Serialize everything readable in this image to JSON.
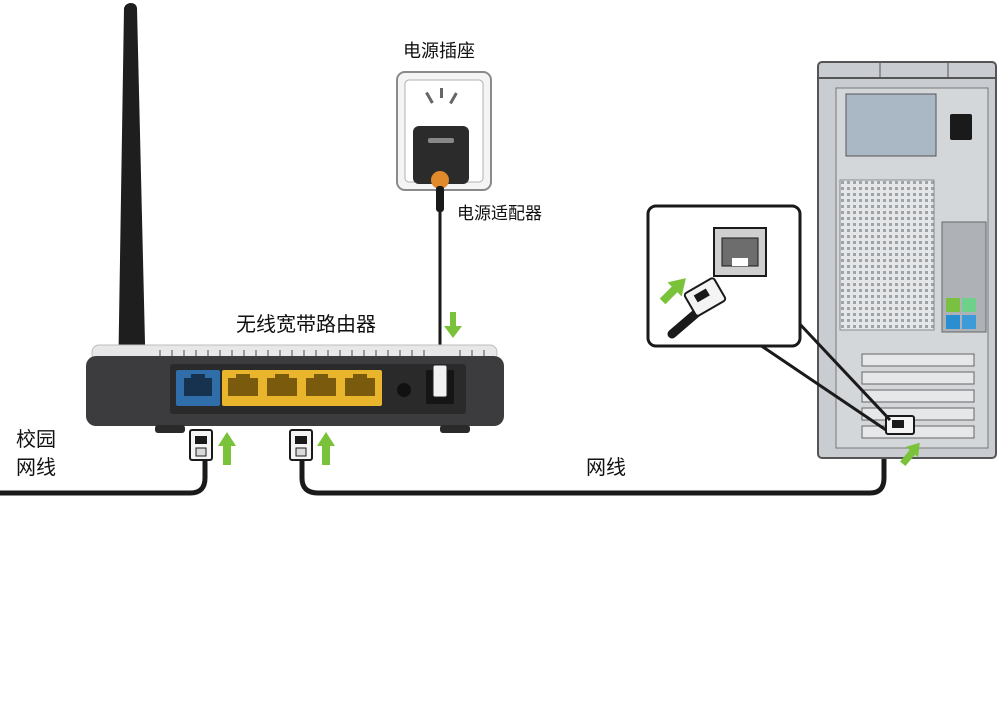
{
  "labels": {
    "power_socket": "电源插座",
    "power_adapter": "电源适配器",
    "router": "无线宽带路由器",
    "campus_line1": "校园",
    "campus_line2": "网线",
    "lan_cable": "网线"
  },
  "colors": {
    "lan_ports": "#e8b52c",
    "wan_port": "#2f6ea8",
    "arrow_green": "#79c23a",
    "router_body": "#3c3c3e",
    "pc_case": "#c9ccd0"
  },
  "icons": {
    "antenna": "antenna-icon",
    "socket": "power-socket-icon",
    "adapter": "power-adapter-icon",
    "plug": "rj45-plug-icon",
    "arrow": "arrow-up-icon"
  }
}
